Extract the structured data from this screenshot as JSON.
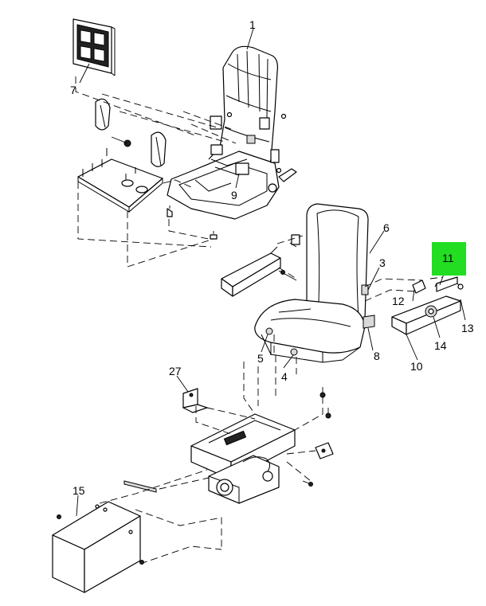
{
  "callouts": {
    "c1": "1",
    "c3": "3",
    "c4": "4",
    "c5": "5",
    "c6": "6",
    "c7": "7",
    "c8": "8",
    "c9": "9",
    "c10": "10",
    "c11": "11",
    "c12": "12",
    "c13": "13",
    "c14": "14",
    "c15": "15",
    "c27": "27"
  },
  "highlight": {
    "callout": "11",
    "color": "#22dd22"
  }
}
